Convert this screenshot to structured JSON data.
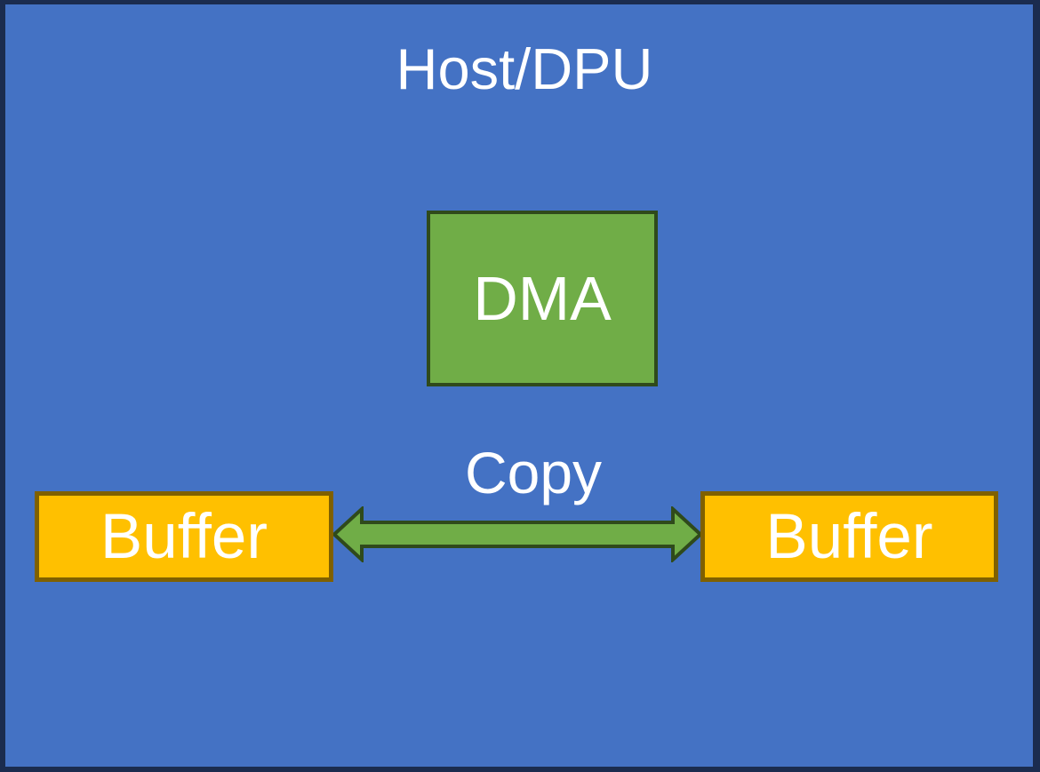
{
  "diagram": {
    "title": "Host/DPU",
    "nodes": {
      "dma": {
        "label": "DMA",
        "fill": "#70AD47",
        "border": "#2F4A1B"
      },
      "buffer_left": {
        "label": "Buffer",
        "fill": "#FFC000",
        "border": "#7F6000"
      },
      "buffer_right": {
        "label": "Buffer",
        "fill": "#FFC000",
        "border": "#7F6000"
      }
    },
    "edge": {
      "label": "Copy",
      "type": "double-headed-arrow",
      "from": "buffer_left",
      "to": "buffer_right",
      "fill": "#70AD47",
      "border": "#2F4A1B"
    },
    "canvas": {
      "fill": "#4472C4",
      "border": "#1B2C4F",
      "text_color": "#FFFFFF"
    }
  }
}
